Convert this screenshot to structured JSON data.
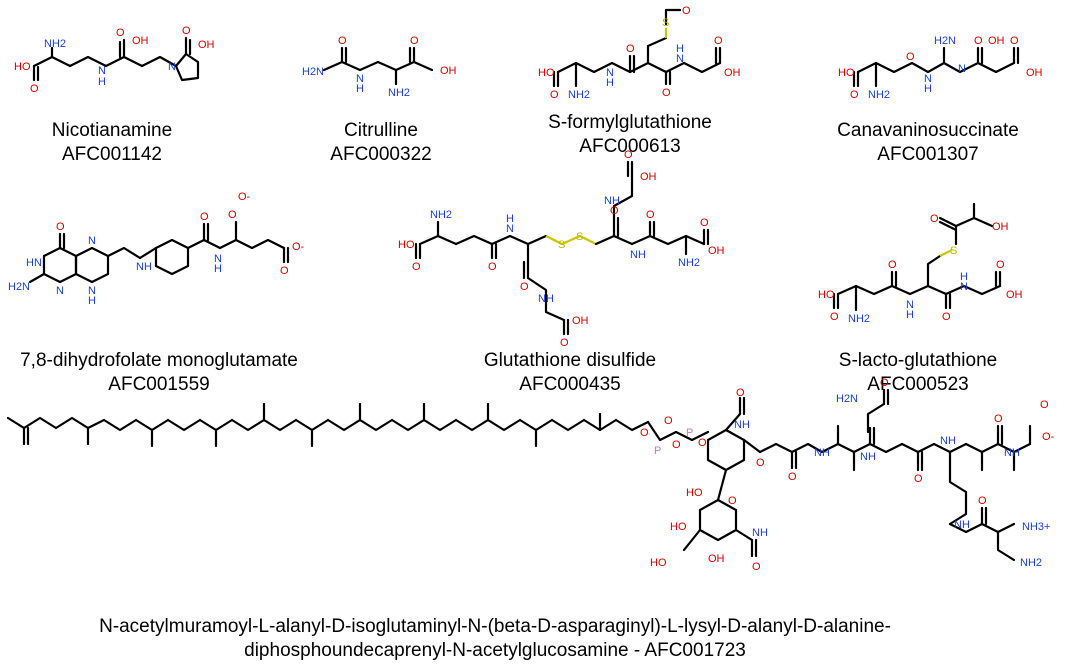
{
  "molecules": [
    {
      "name": "Nicotianamine",
      "id": "AFC001142"
    },
    {
      "name": "Citrulline",
      "id": "AFC000322"
    },
    {
      "name": "S-formylglutathione",
      "id": "AFC000613"
    },
    {
      "name": "Canavaninosuccinate",
      "id": "AFC001307"
    },
    {
      "name": "7,8-dihydrofolate monoglutamate",
      "id": "AFC001559"
    },
    {
      "name": "Glutathione disulfide",
      "id": "AFC000435"
    },
    {
      "name": "S-lacto-glutathione",
      "id": "AFC000523"
    }
  ],
  "big_molecule": {
    "line1": "N-acetylmuramoyl-L-alanyl-D-isoglutaminyl-N-(beta-D-asparaginyl)-L-lysyl-D-alanyl-D-alanine-",
    "line2": "diphosphoundecaprenyl-N-acetylglucosamine - AFC001723"
  },
  "atom_labels": {
    "OH": "OH",
    "HO": "HO",
    "NH2": "NH2",
    "H2N": "H2N",
    "N": "N",
    "NH": "NH",
    "H": "H",
    "O": "O",
    "S": "S",
    "P": "P",
    "Ominus": "O-",
    "NH3plus": "NH3+"
  },
  "colors": {
    "oxygen": "#d40000",
    "nitrogen": "#1c3fd4",
    "sulfur": "#c8c800",
    "phosphorus": "#c080c0"
  }
}
